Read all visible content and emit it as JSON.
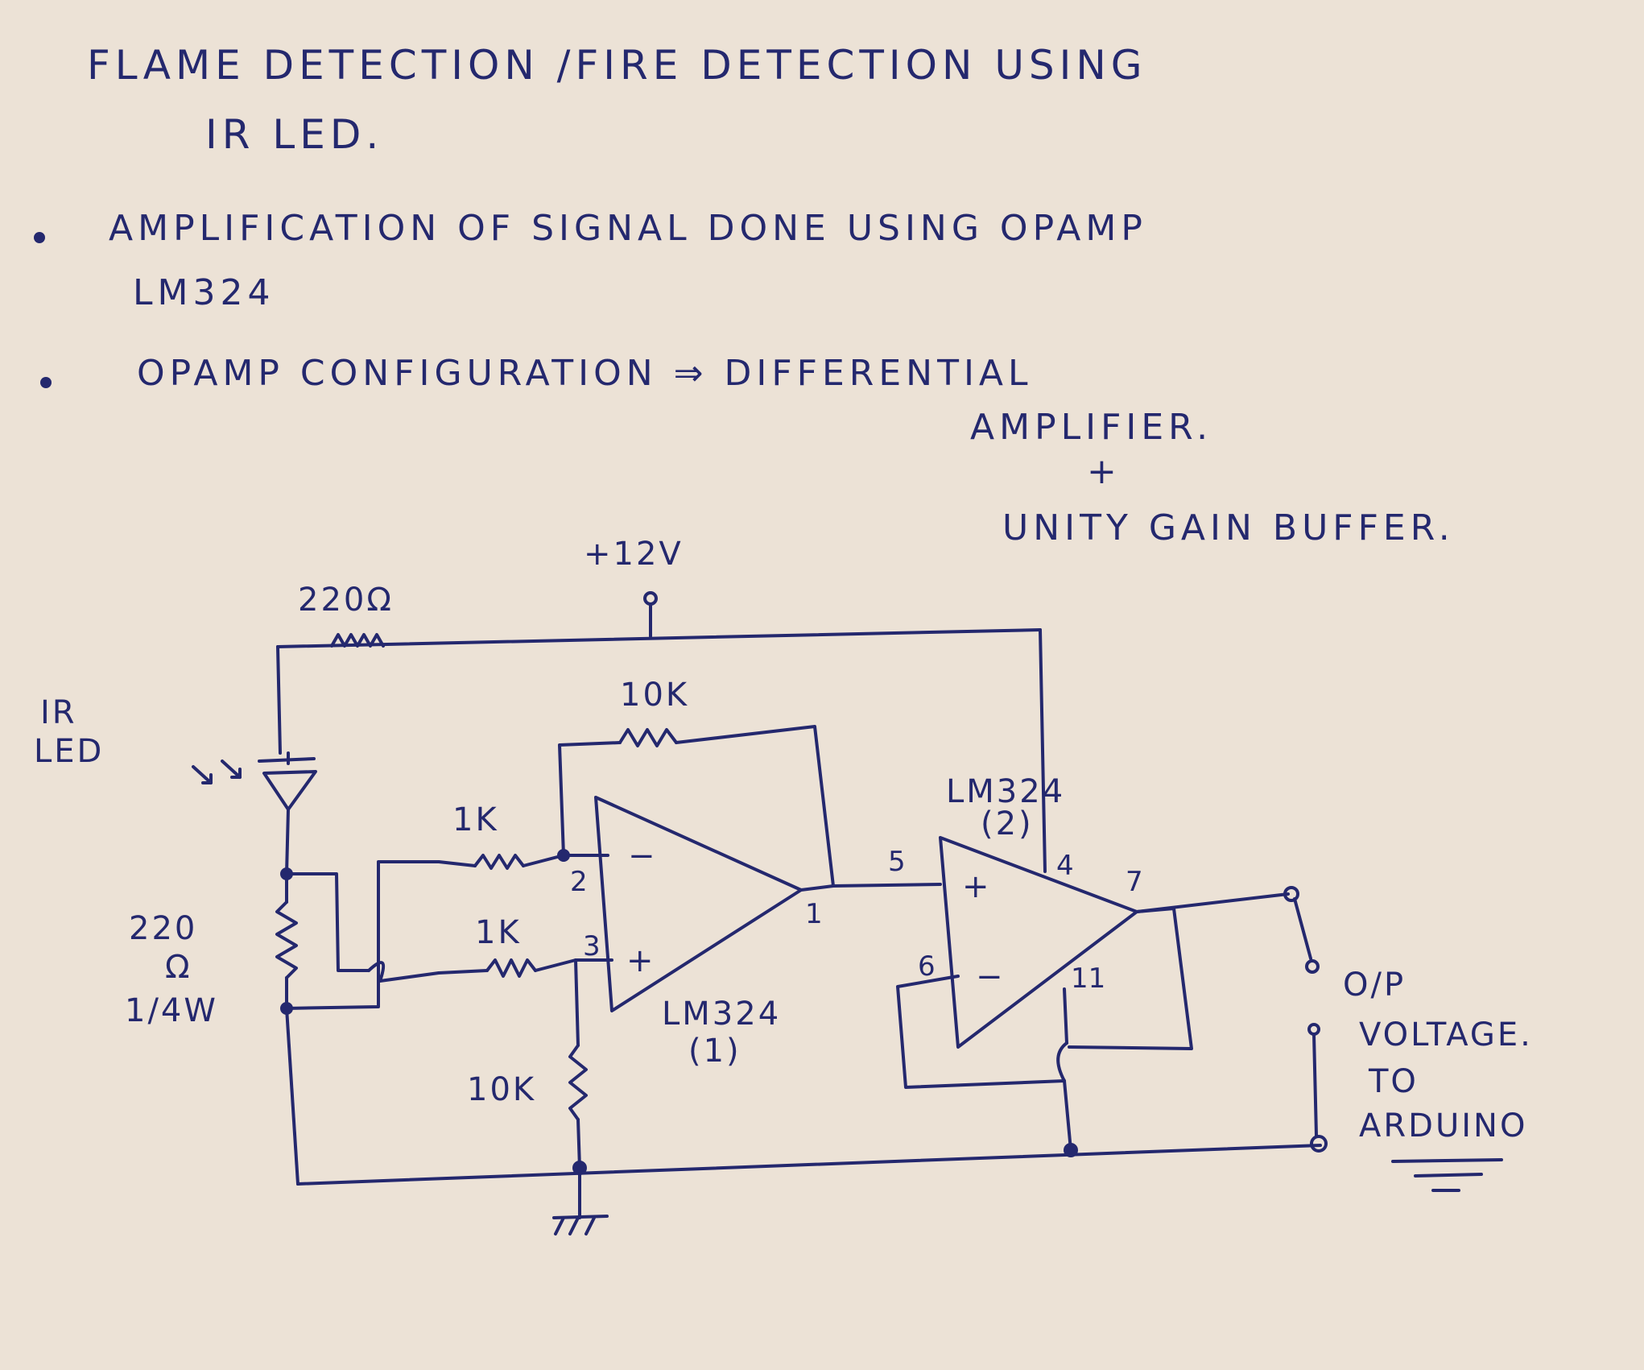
{
  "title": {
    "line1": "FLAME DETECTION /FIRE DETECTION USING",
    "line2": "IR LED."
  },
  "notes": [
    {
      "text": "AMPLIFICATION OF SIGNAL DONE USING OPAMP",
      "sub": "LM324"
    },
    {
      "text": "OPAMP CONFIGURATION ⇒ DIFFERENTIAL",
      "sub": "AMPLIFIER."
    }
  ],
  "config_plus": "+",
  "config_buffer": "UNITY GAIN BUFFER.",
  "labels": {
    "supply": "+12V",
    "r_top": "220Ω",
    "led_line1": "IR",
    "led_line2": "LED",
    "r_left_line1": "220",
    "r_left_line2": "Ω",
    "r_left_line3": "1/4W",
    "r_feedback": "10K",
    "r_in1": "1K",
    "r_in2": "1K",
    "r_ground": "10K",
    "opamp1_line1": "LM324",
    "opamp1_line2": "(1)",
    "opamp2_line1": "LM324",
    "opamp2_line2": "(2)",
    "out_line1": "O/P",
    "out_line2": "VOLTAGE.",
    "out_line3": "TO",
    "out_line4": "ARDUINO"
  },
  "pins": {
    "p1": "1",
    "p2": "2",
    "p3": "3",
    "p4": "4",
    "p5": "5",
    "p6": "6",
    "p7": "7",
    "p11": "11"
  },
  "signs": {
    "minus1": "−",
    "plus1": "+",
    "plus2": "+",
    "minus2": "−"
  },
  "colors": {
    "ink": "#24286e",
    "paper": "#ece2d6"
  }
}
